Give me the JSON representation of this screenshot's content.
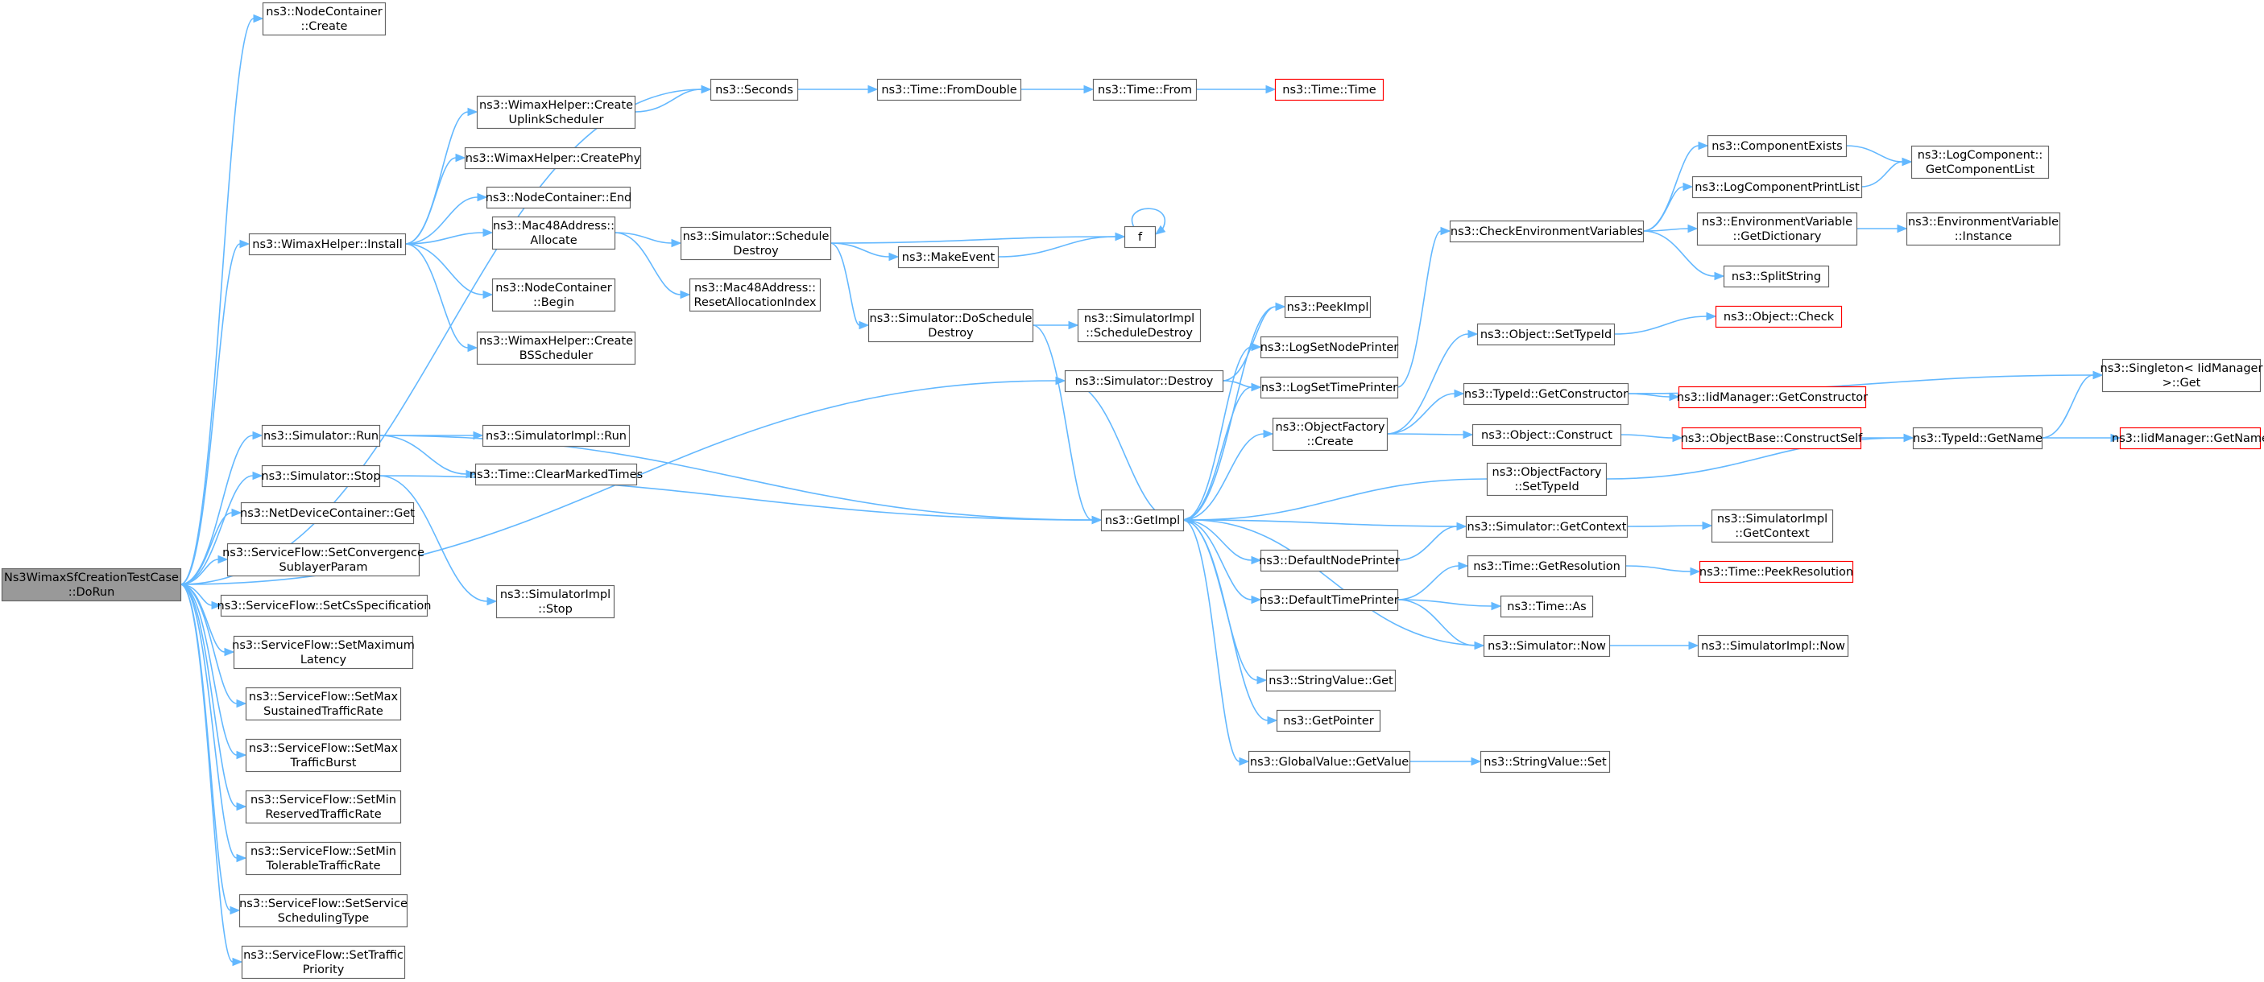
{
  "nodes": [
    {
      "id": "root",
      "lines": [
        "Ns3WimaxSfCreationTestCase",
        "::DoRun"
      ],
      "style": "root"
    },
    {
      "id": "nc_create",
      "lines": [
        "ns3::NodeContainer",
        "::Create"
      ]
    },
    {
      "id": "seconds",
      "lines": [
        "ns3::Seconds"
      ]
    },
    {
      "id": "fromdouble",
      "lines": [
        "ns3::Time::FromDouble"
      ]
    },
    {
      "id": "time_from",
      "lines": [
        "ns3::Time::From"
      ]
    },
    {
      "id": "time_time",
      "lines": [
        "ns3::Time::Time"
      ],
      "style": "red"
    },
    {
      "id": "wh_uplink",
      "lines": [
        "ns3::WimaxHelper::Create",
        "UplinkScheduler"
      ]
    },
    {
      "id": "wh_phy",
      "lines": [
        "ns3::WimaxHelper::CreatePhy"
      ]
    },
    {
      "id": "nc_end",
      "lines": [
        "ns3::NodeContainer::End"
      ]
    },
    {
      "id": "wh_install",
      "lines": [
        "ns3::WimaxHelper::Install"
      ]
    },
    {
      "id": "mac48_alloc",
      "lines": [
        "ns3::Mac48Address::",
        "Allocate"
      ]
    },
    {
      "id": "sim_sched_destroy",
      "lines": [
        "ns3::Simulator::Schedule",
        "Destroy"
      ]
    },
    {
      "id": "makeevent",
      "lines": [
        "ns3::MakeEvent"
      ]
    },
    {
      "id": "f",
      "lines": [
        "f"
      ]
    },
    {
      "id": "nc_begin",
      "lines": [
        "ns3::NodeContainer",
        "::Begin"
      ]
    },
    {
      "id": "mac48_reset",
      "lines": [
        "ns3::Mac48Address::",
        "ResetAllocationIndex"
      ]
    },
    {
      "id": "wh_bs",
      "lines": [
        "ns3::WimaxHelper::Create",
        "BSScheduler"
      ]
    },
    {
      "id": "sim_doschedule",
      "lines": [
        "ns3::Simulator::DoSchedule",
        "Destroy"
      ]
    },
    {
      "id": "simimpl_scheddestroy",
      "lines": [
        "ns3::SimulatorImpl",
        "::ScheduleDestroy"
      ]
    },
    {
      "id": "sim_destroy",
      "lines": [
        "ns3::Simulator::Destroy"
      ]
    },
    {
      "id": "sim_run",
      "lines": [
        "ns3::Simulator::Run"
      ]
    },
    {
      "id": "simimpl_run",
      "lines": [
        "ns3::SimulatorImpl::Run"
      ]
    },
    {
      "id": "time_clearmarked",
      "lines": [
        "ns3::Time::ClearMarkedTimes"
      ]
    },
    {
      "id": "sim_stop",
      "lines": [
        "ns3::Simulator::Stop"
      ]
    },
    {
      "id": "ndc_get",
      "lines": [
        "ns3::NetDeviceContainer::Get"
      ]
    },
    {
      "id": "sf_conv",
      "lines": [
        "ns3::ServiceFlow::SetConvergence",
        "SublayerParam"
      ]
    },
    {
      "id": "sf_cs",
      "lines": [
        "ns3::ServiceFlow::SetCsSpecification"
      ]
    },
    {
      "id": "simimpl_stop",
      "lines": [
        "ns3::SimulatorImpl",
        "::Stop"
      ]
    },
    {
      "id": "sf_maxlat",
      "lines": [
        "ns3::ServiceFlow::SetMaximum",
        "Latency"
      ]
    },
    {
      "id": "sf_maxsust",
      "lines": [
        "ns3::ServiceFlow::SetMax",
        "SustainedTrafficRate"
      ]
    },
    {
      "id": "sf_maxburst",
      "lines": [
        "ns3::ServiceFlow::SetMax",
        "TrafficBurst"
      ]
    },
    {
      "id": "sf_minres",
      "lines": [
        "ns3::ServiceFlow::SetMin",
        "ReservedTrafficRate"
      ]
    },
    {
      "id": "sf_mintol",
      "lines": [
        "ns3::ServiceFlow::SetMin",
        "TolerableTrafficRate"
      ]
    },
    {
      "id": "sf_sched",
      "lines": [
        "ns3::ServiceFlow::SetService",
        "SchedulingType"
      ]
    },
    {
      "id": "sf_prio",
      "lines": [
        "ns3::ServiceFlow::SetTraffic",
        "Priority"
      ]
    },
    {
      "id": "getimpl",
      "lines": [
        "ns3::GetImpl"
      ]
    },
    {
      "id": "peekimpl",
      "lines": [
        "ns3::PeekImpl"
      ]
    },
    {
      "id": "lsnp",
      "lines": [
        "ns3::LogSetNodePrinter"
      ]
    },
    {
      "id": "lstp",
      "lines": [
        "ns3::LogSetTimePrinter"
      ]
    },
    {
      "id": "of_create",
      "lines": [
        "ns3::ObjectFactory",
        "::Create"
      ]
    },
    {
      "id": "dnp",
      "lines": [
        "ns3::DefaultNodePrinter"
      ]
    },
    {
      "id": "dtp",
      "lines": [
        "ns3::DefaultTimePrinter"
      ]
    },
    {
      "id": "sv_get",
      "lines": [
        "ns3::StringValue::Get"
      ]
    },
    {
      "id": "getpointer",
      "lines": [
        "ns3::GetPointer"
      ]
    },
    {
      "id": "gv_getvalue",
      "lines": [
        "ns3::GlobalValue::GetValue"
      ]
    },
    {
      "id": "sv_set",
      "lines": [
        "ns3::StringValue::Set"
      ]
    },
    {
      "id": "checkenv",
      "lines": [
        "ns3::CheckEnvironmentVariables"
      ]
    },
    {
      "id": "compexists",
      "lines": [
        "ns3::ComponentExists"
      ]
    },
    {
      "id": "logcomp_list",
      "lines": [
        "ns3::LogComponent::",
        "GetComponentList"
      ]
    },
    {
      "id": "lcpl",
      "lines": [
        "ns3::LogComponentPrintList"
      ]
    },
    {
      "id": "env_getdict",
      "lines": [
        "ns3::EnvironmentVariable",
        "::GetDictionary"
      ]
    },
    {
      "id": "env_instance",
      "lines": [
        "ns3::EnvironmentVariable",
        "::Instance"
      ]
    },
    {
      "id": "splitstring",
      "lines": [
        "ns3::SplitString"
      ]
    },
    {
      "id": "obj_settypeid",
      "lines": [
        "ns3::Object::SetTypeId"
      ]
    },
    {
      "id": "obj_check",
      "lines": [
        "ns3::Object::Check"
      ],
      "style": "red"
    },
    {
      "id": "typeid_getctor",
      "lines": [
        "ns3::TypeId::GetConstructor"
      ]
    },
    {
      "id": "iid_getctor",
      "lines": [
        "ns3::IidManager::GetConstructor"
      ],
      "style": "red"
    },
    {
      "id": "singleton_get",
      "lines": [
        "ns3::Singleton< IidManager",
        " >::Get"
      ]
    },
    {
      "id": "obj_construct",
      "lines": [
        "ns3::Object::Construct"
      ]
    },
    {
      "id": "objbase_cself",
      "lines": [
        "ns3::ObjectBase::ConstructSelf"
      ],
      "style": "red"
    },
    {
      "id": "typeid_getname",
      "lines": [
        "ns3::TypeId::GetName"
      ]
    },
    {
      "id": "iid_getname",
      "lines": [
        "ns3::IidManager::GetName"
      ],
      "style": "red"
    },
    {
      "id": "of_settypeid",
      "lines": [
        "ns3::ObjectFactory",
        "::SetTypeId"
      ]
    },
    {
      "id": "sim_getctx",
      "lines": [
        "ns3::Simulator::GetContext"
      ]
    },
    {
      "id": "simimpl_getctx",
      "lines": [
        "ns3::SimulatorImpl",
        "::GetContext"
      ]
    },
    {
      "id": "time_getres",
      "lines": [
        "ns3::Time::GetResolution"
      ]
    },
    {
      "id": "time_peekres",
      "lines": [
        "ns3::Time::PeekResolution"
      ],
      "style": "red"
    },
    {
      "id": "time_as",
      "lines": [
        "ns3::Time::As"
      ]
    },
    {
      "id": "sim_now",
      "lines": [
        "ns3::Simulator::Now"
      ]
    },
    {
      "id": "simimpl_now",
      "lines": [
        "ns3::SimulatorImpl::Now"
      ]
    }
  ],
  "edges": [
    {
      "from": "root",
      "to": "nc_create"
    },
    {
      "from": "root",
      "to": "seconds"
    },
    {
      "from": "root",
      "to": "wh_install"
    },
    {
      "from": "root",
      "to": "sim_destroy"
    },
    {
      "from": "root",
      "to": "sim_run"
    },
    {
      "from": "root",
      "to": "sim_stop"
    },
    {
      "from": "root",
      "to": "ndc_get"
    },
    {
      "from": "root",
      "to": "sf_conv"
    },
    {
      "from": "root",
      "to": "sf_cs"
    },
    {
      "from": "root",
      "to": "sf_maxlat"
    },
    {
      "from": "root",
      "to": "sf_maxsust"
    },
    {
      "from": "root",
      "to": "sf_maxburst"
    },
    {
      "from": "root",
      "to": "sf_minres"
    },
    {
      "from": "root",
      "to": "sf_mintol"
    },
    {
      "from": "root",
      "to": "sf_sched"
    },
    {
      "from": "root",
      "to": "sf_prio"
    },
    {
      "from": "seconds",
      "to": "fromdouble"
    },
    {
      "from": "fromdouble",
      "to": "time_from"
    },
    {
      "from": "time_from",
      "to": "time_time"
    },
    {
      "from": "wh_uplink",
      "to": "seconds"
    },
    {
      "from": "wh_install",
      "to": "wh_uplink"
    },
    {
      "from": "wh_install",
      "to": "wh_phy"
    },
    {
      "from": "wh_install",
      "to": "nc_end"
    },
    {
      "from": "wh_install",
      "to": "mac48_alloc"
    },
    {
      "from": "wh_install",
      "to": "nc_begin"
    },
    {
      "from": "wh_install",
      "to": "wh_bs"
    },
    {
      "from": "mac48_alloc",
      "to": "sim_sched_destroy"
    },
    {
      "from": "mac48_alloc",
      "to": "mac48_reset"
    },
    {
      "from": "sim_sched_destroy",
      "to": "f"
    },
    {
      "from": "sim_sched_destroy",
      "to": "makeevent"
    },
    {
      "from": "sim_sched_destroy",
      "to": "sim_doschedule"
    },
    {
      "from": "makeevent",
      "to": "f"
    },
    {
      "from": "f",
      "to": "f",
      "self": true
    },
    {
      "from": "sim_doschedule",
      "to": "simimpl_scheddestroy"
    },
    {
      "from": "sim_doschedule",
      "to": "getimpl"
    },
    {
      "from": "sim_destroy",
      "to": "peekimpl"
    },
    {
      "from": "sim_destroy",
      "to": "lstp"
    },
    {
      "from": "sim_destroy",
      "to": "getimpl"
    },
    {
      "from": "sim_run",
      "to": "simimpl_run"
    },
    {
      "from": "sim_run",
      "to": "time_clearmarked"
    },
    {
      "from": "sim_run",
      "to": "getimpl"
    },
    {
      "from": "sim_stop",
      "to": "getimpl"
    },
    {
      "from": "sim_stop",
      "to": "simimpl_stop"
    },
    {
      "from": "getimpl",
      "to": "peekimpl"
    },
    {
      "from": "getimpl",
      "to": "lsnp"
    },
    {
      "from": "getimpl",
      "to": "lstp"
    },
    {
      "from": "getimpl",
      "to": "of_create"
    },
    {
      "from": "getimpl",
      "to": "dnp"
    },
    {
      "from": "getimpl",
      "to": "dtp"
    },
    {
      "from": "getimpl",
      "to": "sv_get"
    },
    {
      "from": "getimpl",
      "to": "getpointer"
    },
    {
      "from": "getimpl",
      "to": "gv_getvalue"
    },
    {
      "from": "lstp",
      "to": "checkenv"
    },
    {
      "from": "of_create",
      "to": "obj_settypeid"
    },
    {
      "from": "of_create",
      "to": "typeid_getctor"
    },
    {
      "from": "of_create",
      "to": "obj_construct"
    },
    {
      "from": "dnp",
      "to": "sim_getctx"
    },
    {
      "from": "dtp",
      "to": "time_getres"
    },
    {
      "from": "dtp",
      "to": "time_as"
    },
    {
      "from": "dtp",
      "to": "sim_now"
    },
    {
      "from": "gv_getvalue",
      "to": "sv_set"
    },
    {
      "from": "checkenv",
      "to": "compexists"
    },
    {
      "from": "checkenv",
      "to": "lcpl"
    },
    {
      "from": "checkenv",
      "to": "env_getdict"
    },
    {
      "from": "checkenv",
      "to": "splitstring"
    },
    {
      "from": "compexists",
      "to": "logcomp_list"
    },
    {
      "from": "lcpl",
      "to": "logcomp_list"
    },
    {
      "from": "env_getdict",
      "to": "env_instance"
    },
    {
      "from": "obj_settypeid",
      "to": "obj_check"
    },
    {
      "from": "typeid_getctor",
      "to": "iid_getctor"
    },
    {
      "from": "typeid_getctor",
      "to": "singleton_get"
    },
    {
      "from": "obj_construct",
      "to": "objbase_cself"
    },
    {
      "from": "objbase_cself",
      "to": "typeid_getname"
    },
    {
      "from": "typeid_getname",
      "to": "iid_getname"
    },
    {
      "from": "typeid_getname",
      "to": "singleton_get"
    },
    {
      "from": "of_settypeid",
      "to": "typeid_getname"
    },
    {
      "from": "of_settypeid",
      "to": "getimpl"
    },
    {
      "from": "sim_getctx",
      "to": "getimpl"
    },
    {
      "from": "sim_getctx",
      "to": "simimpl_getctx"
    },
    {
      "from": "time_getres",
      "to": "time_peekres"
    },
    {
      "from": "sim_now",
      "to": "getimpl"
    },
    {
      "from": "sim_now",
      "to": "simimpl_now"
    }
  ]
}
